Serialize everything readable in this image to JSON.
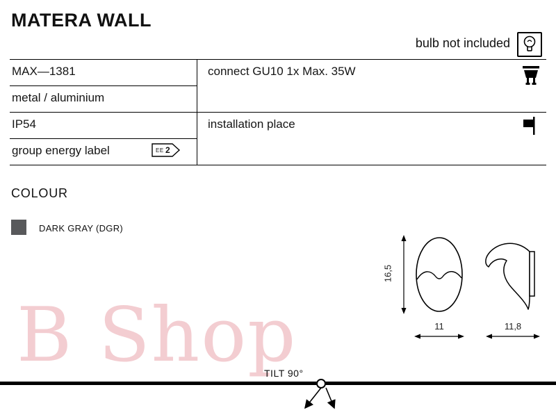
{
  "title": "MATERA WALL",
  "bulb_note": "bulb not included",
  "table": {
    "code": "MAX—1381",
    "material": "metal / aluminium",
    "ip": "IP54",
    "energy_text": "group energy label",
    "energy_badge_small": "EE",
    "energy_badge_value": "2",
    "connect": "connect GU10 1x Max. 35W",
    "installation": "installation place"
  },
  "colour_section": {
    "heading": "COLOUR",
    "swatch_hex": "#58595b",
    "swatch_label": "DARK GRAY (DGR)"
  },
  "drawings": {
    "front_height": "16,5",
    "front_width": "11",
    "side_width": "11,8"
  },
  "tilt_label": "TILT 90°",
  "watermark": "B Shop"
}
